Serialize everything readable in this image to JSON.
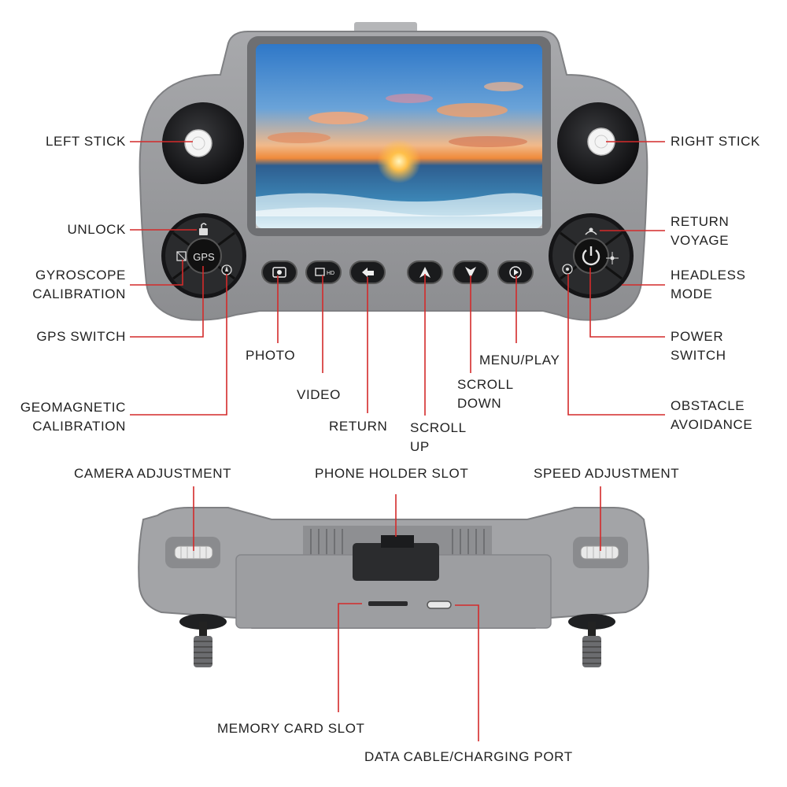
{
  "colors": {
    "leader_line": "#d42a2a",
    "body": "#9a9b9e",
    "body_dark": "#7d7e81",
    "button": "#2a2b2d",
    "label_text": "#222222"
  },
  "labels": {
    "left_stick": "LEFT STICK",
    "right_stick": "RIGHT STICK",
    "unlock": "UNLOCK",
    "return_voyage": "RETURN\nVOYAGE",
    "gyroscope_calibration": "GYROSCOPE\nCALIBRATION",
    "headless_mode": "HEADLESS\nMODE",
    "gps_switch": "GPS SWITCH",
    "power_switch": "POWER\nSWITCH",
    "photo": "PHOTO",
    "menu_play": "MENU/PLAY",
    "video": "VIDEO",
    "scroll_down": "SCROLL\nDOWN",
    "geomagnetic_calibration": "GEOMAGNETIC\nCALIBRATION",
    "return": "RETURN",
    "scroll_up": "SCROLL\nUP",
    "obstacle_avoidance": "OBSTACLE\nAVOIDANCE",
    "camera_adjustment": "CAMERA ADJUSTMENT",
    "phone_holder_slot": "PHONE HOLDER SLOT",
    "speed_adjustment": "SPEED ADJUSTMENT",
    "memory_card_slot": "MEMORY CARD SLOT",
    "data_cable_charging_port": "DATA CABLE/CHARGING PORT"
  },
  "device_markings": {
    "gps": "GPS",
    "hd": "HD"
  },
  "icons": {
    "unlock": "padlock-open-icon",
    "gyroscope": "gyroscope-icon",
    "gps": "gps-button",
    "geomagnetic": "compass-icon",
    "return_voyage": "return-home-icon",
    "power": "power-icon",
    "headless": "headless-mode-icon",
    "obstacle": "obstacle-avoidance-icon",
    "photo": "camera-icon",
    "video": "video-icon",
    "return": "back-arrow-icon",
    "scroll_up": "chevron-up-icon",
    "scroll_down": "chevron-down-icon",
    "menu_play": "play-icon"
  }
}
